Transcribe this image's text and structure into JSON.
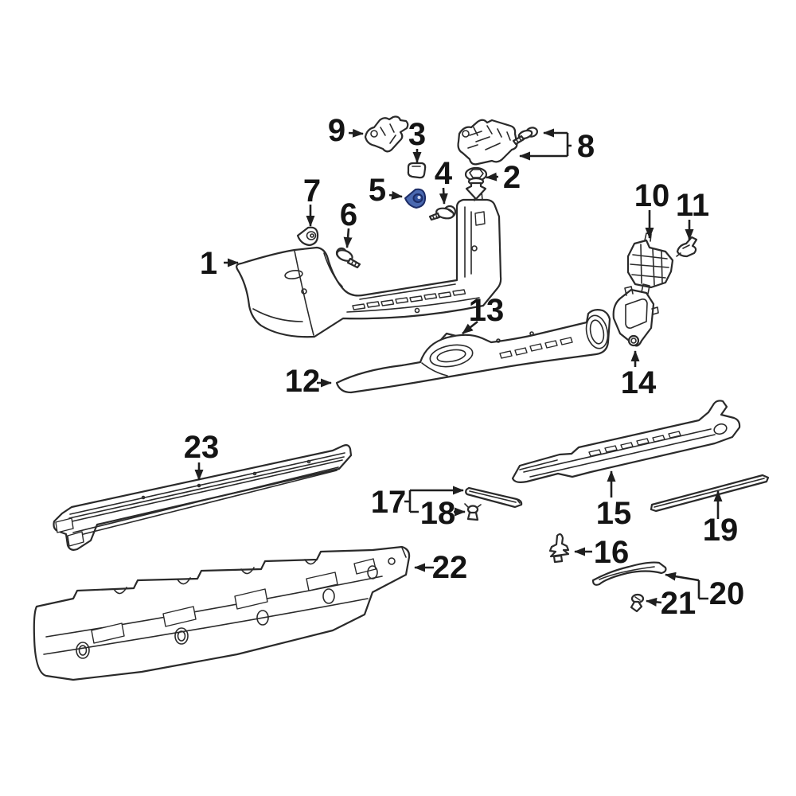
{
  "diagram": {
    "type": "exploded-parts-line-drawing",
    "subject": "rear bumper assembly",
    "background_color": "#ffffff",
    "line_color": "#2a2a2a",
    "highlighted_part": {
      "num": "5",
      "fill": "#4a69b0",
      "inner_fill": "#30509c",
      "outline": "#1c2c66"
    },
    "callouts": [
      {
        "num": "1"
      },
      {
        "num": "2"
      },
      {
        "num": "3"
      },
      {
        "num": "4"
      },
      {
        "num": "5"
      },
      {
        "num": "6"
      },
      {
        "num": "7"
      },
      {
        "num": "8"
      },
      {
        "num": "9"
      },
      {
        "num": "10"
      },
      {
        "num": "11"
      },
      {
        "num": "12"
      },
      {
        "num": "13"
      },
      {
        "num": "14"
      },
      {
        "num": "15"
      },
      {
        "num": "16"
      },
      {
        "num": "17"
      },
      {
        "num": "18"
      },
      {
        "num": "19"
      },
      {
        "num": "20"
      },
      {
        "num": "21"
      },
      {
        "num": "22"
      },
      {
        "num": "23"
      }
    ]
  }
}
